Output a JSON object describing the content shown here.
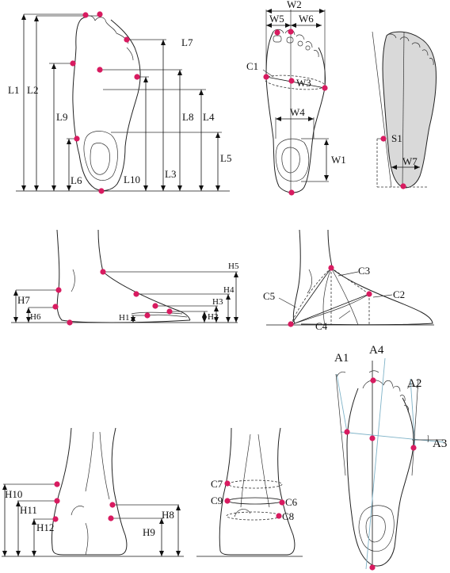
{
  "colors": {
    "point": "#d81b60",
    "line": "#111111",
    "axis_blue": "#7fb3c8",
    "shade": "#d9d9d9"
  },
  "labels": {
    "panel1": [
      "L1",
      "L2",
      "L7",
      "L9",
      "L8",
      "L4",
      "L5",
      "L6",
      "L10",
      "L3"
    ],
    "panel2": [
      "W2",
      "W5",
      "W6",
      "C1",
      "W3",
      "W4",
      "W1"
    ],
    "panel3": [
      "S1",
      "W7"
    ],
    "panel4": [
      "H5",
      "H4",
      "H7",
      "H3",
      "H6",
      "H1",
      "H2"
    ],
    "panel5": [
      "C3",
      "C5",
      "C2",
      "C4"
    ],
    "panel6": [
      "A1",
      "A4",
      "A2",
      "A3"
    ],
    "panel7": [
      "H10",
      "H11",
      "H12",
      "H8",
      "H9"
    ],
    "panel8": [
      "C7",
      "C9",
      "C6",
      "C8"
    ]
  }
}
